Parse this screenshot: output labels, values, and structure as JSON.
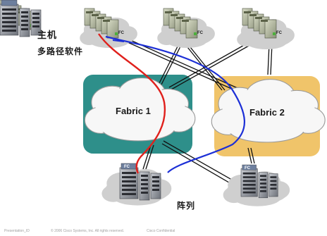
{
  "labels": {
    "host": "主机",
    "multipath_software": "多路径软件",
    "fabric_1": "Fabric 1",
    "fabric_2": "Fabric 2",
    "array": "阵列"
  },
  "badges": {
    "fc": "FC"
  },
  "footer": {
    "presentation_id": "Presentation_ID",
    "copyright": "© 2006 Cisco Systems, Inc. All rights reserved.",
    "confidential": "Cisco Confidential"
  },
  "colors": {
    "fabric_1_fill": "#2e8f8a",
    "fabric_2_fill": "#f0c46a",
    "path_red": "#e0201c",
    "path_blue": "#1c2fd6",
    "link_black": "#111111",
    "cloud_gray": "#cfcfcf"
  },
  "icons": {
    "host_server_stack": "server-stack-icon",
    "storage_array": "storage-array-icon",
    "fabric": "cloud-icon"
  }
}
